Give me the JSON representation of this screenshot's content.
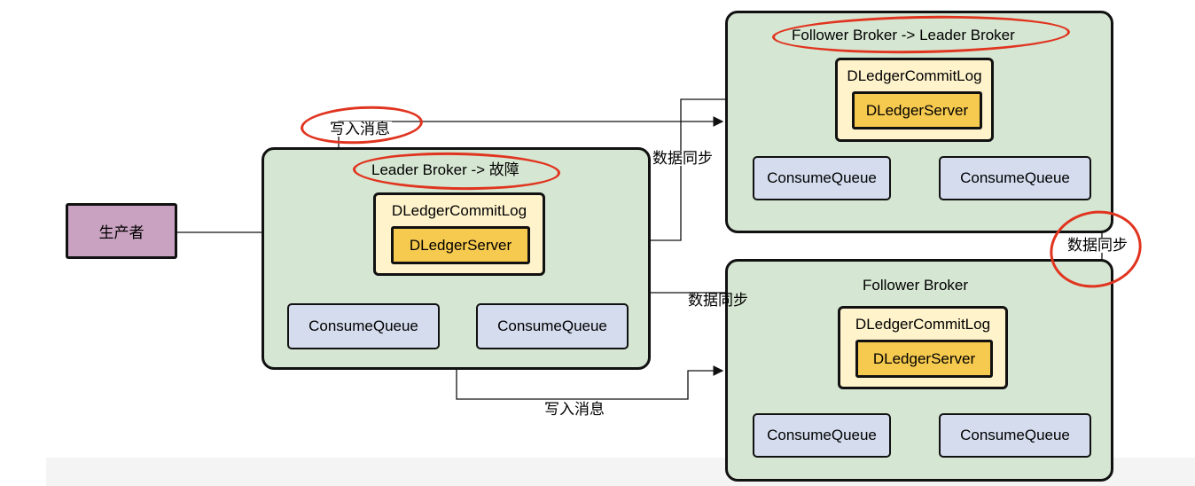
{
  "producer": {
    "label": "生产者"
  },
  "leader": {
    "title": "Leader Broker -> 故障",
    "commitlog_label": "DLedgerCommitLog",
    "server_label": "DLedgerServer",
    "queues": [
      "ConsumeQueue",
      "ConsumeQueue"
    ]
  },
  "follower_top": {
    "title": "Follower Broker -> Leader Broker",
    "commitlog_label": "DLedgerCommitLog",
    "server_label": "DLedgerServer",
    "queues": [
      "ConsumeQueue",
      "ConsumeQueue"
    ]
  },
  "follower_bottom": {
    "title": "Follower Broker",
    "commitlog_label": "DLedgerCommitLog",
    "server_label": "DLedgerServer",
    "queues": [
      "ConsumeQueue",
      "ConsumeQueue"
    ]
  },
  "edge_labels": {
    "write_top": "写入消息",
    "sync_leader_top": "数据同步",
    "sync_followers": "数据同步",
    "sync_leader_bottom": "数据同步",
    "write_bottom": "写入消息"
  },
  "colors": {
    "broker_fill": "#d5e6d2",
    "commitlog_fill": "#fff3cc",
    "server_fill": "#f6c94f",
    "queue_fill": "#d4dcee",
    "producer_fill": "#c8a2c0",
    "highlight_circle": "#e0341f"
  }
}
